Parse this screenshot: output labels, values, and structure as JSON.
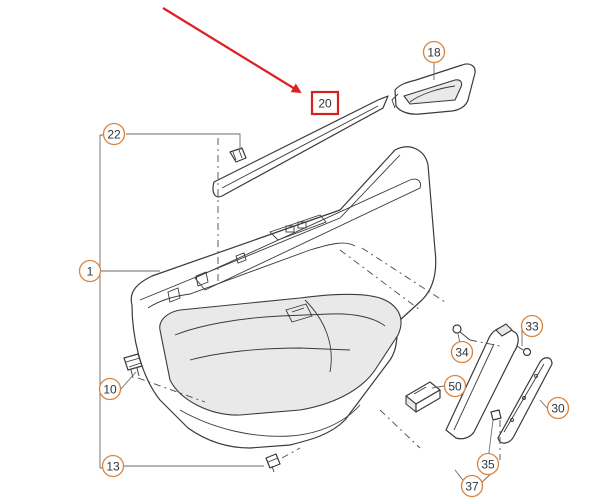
{
  "callouts": {
    "c18": "18",
    "c20": "20",
    "c22": "22",
    "c1": "1",
    "c10": "10",
    "c13": "13",
    "c33": "33",
    "c34": "34",
    "c50": "50",
    "c30": "30",
    "c35": "35",
    "c37": "37"
  },
  "colors": {
    "highlight_box": "#d42020",
    "arrow": "#e02020",
    "bubble_outline": "#d9823a",
    "line_art": "#3a3a3a"
  }
}
